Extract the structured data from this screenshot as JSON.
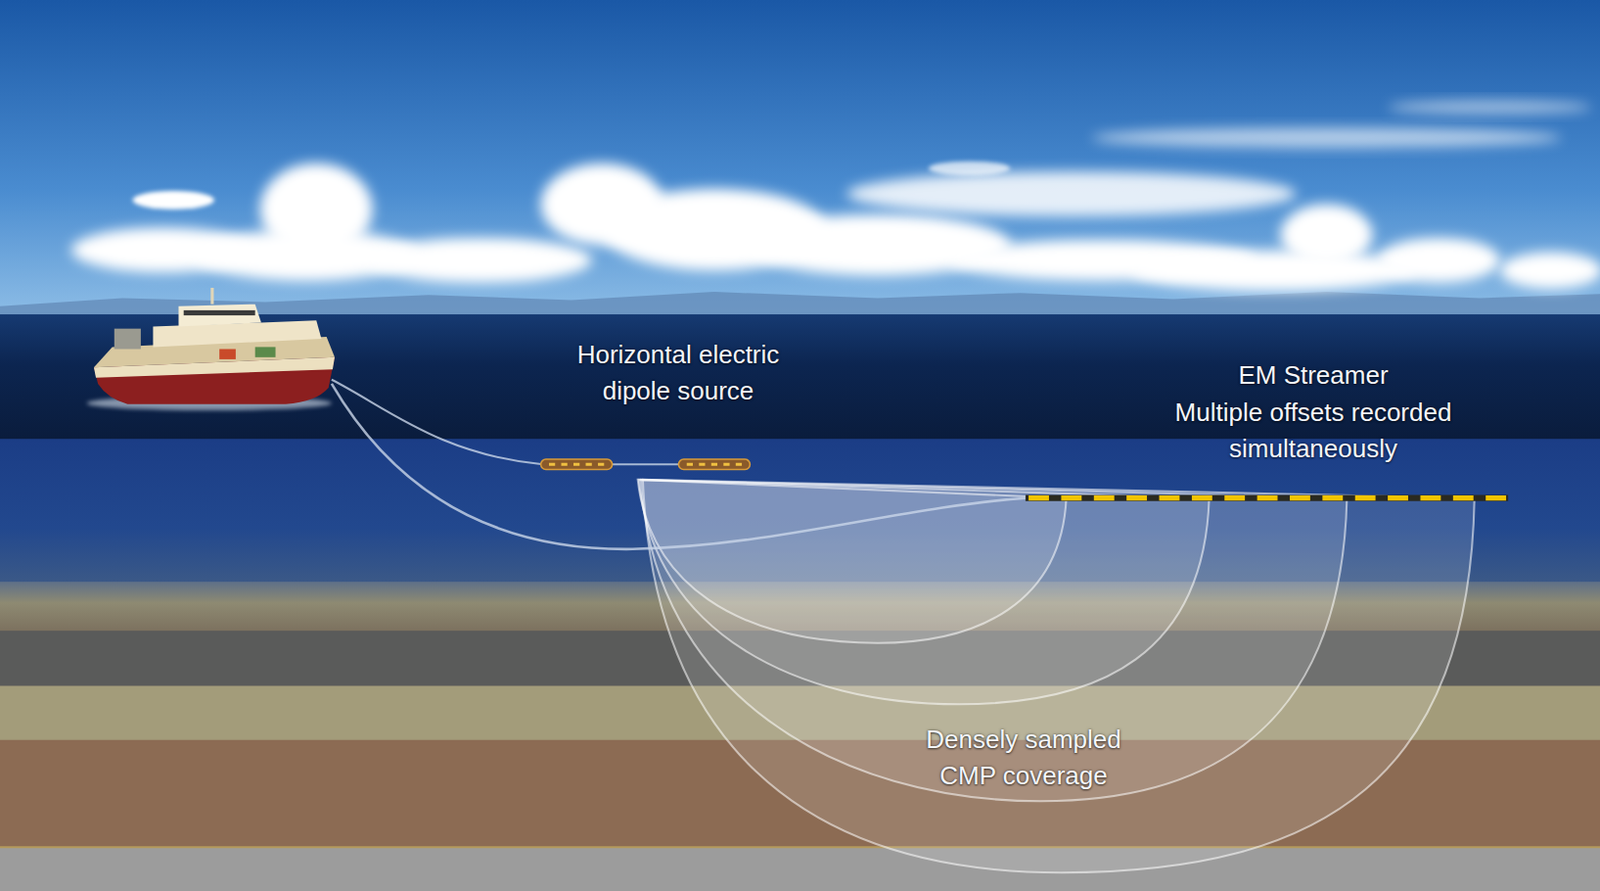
{
  "diagram": {
    "labels": [
      "Horizontal electric dipole source",
      "EM Streamer",
      "Multiple offsets recorded simultaneously",
      "Densely sampled CMP coverage"
    ]
  }
}
